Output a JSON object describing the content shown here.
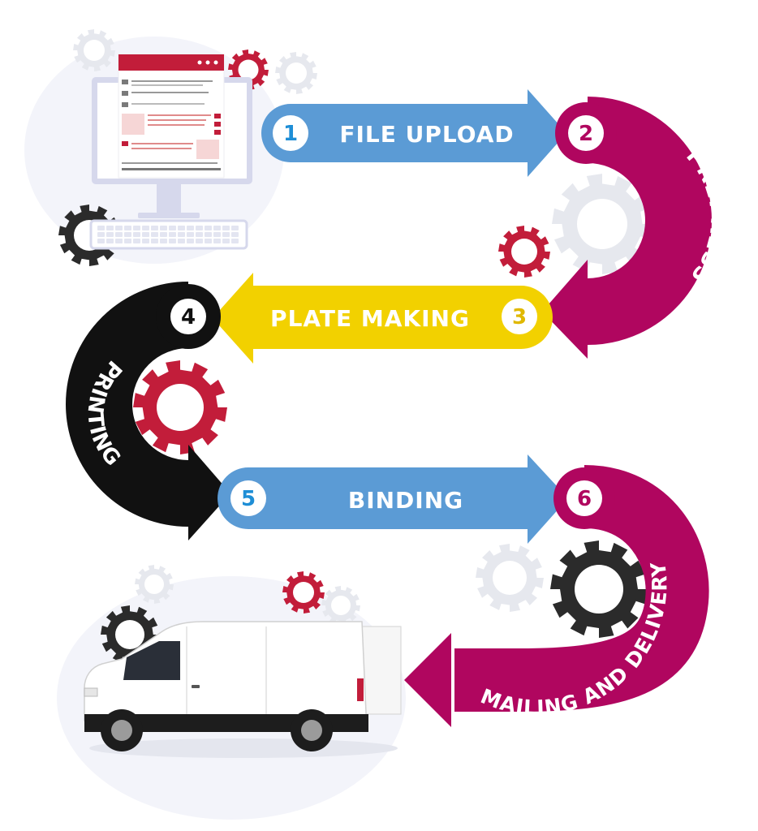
{
  "steps": [
    {
      "number": "1",
      "label": "FILE UPLOAD"
    },
    {
      "number": "2",
      "label": "PREPRESS"
    },
    {
      "number": "3",
      "label": "PLATE MAKING"
    },
    {
      "number": "4",
      "label": "PRINTING"
    },
    {
      "number": "5",
      "label": "BINDING"
    },
    {
      "number": "6",
      "label": "MAILING AND DELIVERY"
    }
  ],
  "colors": {
    "blue": "#5b9bd5",
    "magenta": "#b0065f",
    "yellow": "#f2d100",
    "black": "#111111",
    "red": "#c21d3a",
    "dark_gear": "#2b2b2b",
    "light_gear": "#e6e8ee"
  },
  "icons": [
    "computer-monitor-icon",
    "keyboard-icon",
    "gear-icon",
    "delivery-van-icon"
  ]
}
